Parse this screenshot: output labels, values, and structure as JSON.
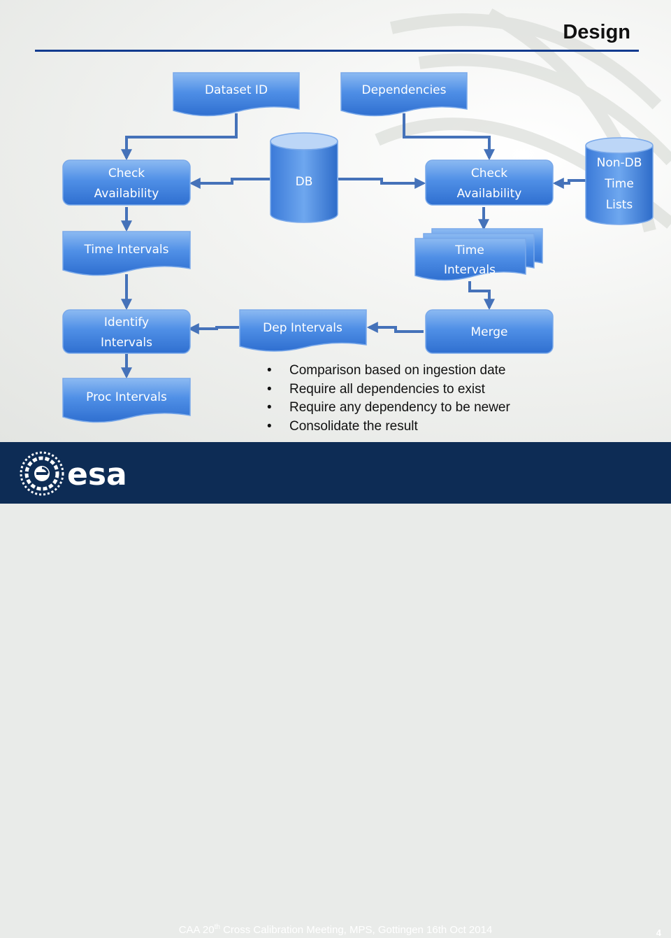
{
  "slide": {
    "title": "Design",
    "bullets": [
      "Comparison based on ingestion date",
      "Require all dependencies to exist",
      "Require any dependency to be newer",
      "Consolidate the result"
    ]
  },
  "diagram": {
    "nodes": {
      "dataset_id": "Dataset ID",
      "dependencies": "Dependencies",
      "check_left": [
        "Check",
        "Availability"
      ],
      "db": "DB",
      "check_right": [
        "Check",
        "Availability"
      ],
      "non_db": [
        "Non-DB",
        "Time",
        "Lists"
      ],
      "time_intervals_left": "Time Intervals",
      "time_intervals_right": [
        "Time",
        "Intervals"
      ],
      "identify": [
        "Identify",
        "Intervals"
      ],
      "dep_intervals": "Dep Intervals",
      "merge": "Merge",
      "proc_intervals": "Proc Intervals"
    }
  },
  "footer": {
    "logo_text": "esa",
    "line_prefix": "CAA 20",
    "line_sup": "th",
    "line_suffix": " Cross Calibration Meeting, MPS, Gottingen 16th Oct 2014",
    "page_number": "4"
  },
  "colors": {
    "node_top": "#7fb2ef",
    "node_bottom": "#2f73d3",
    "connector": "#4572b9",
    "title_rule": "#123b8f",
    "footer_bg": "#0d2c55"
  }
}
